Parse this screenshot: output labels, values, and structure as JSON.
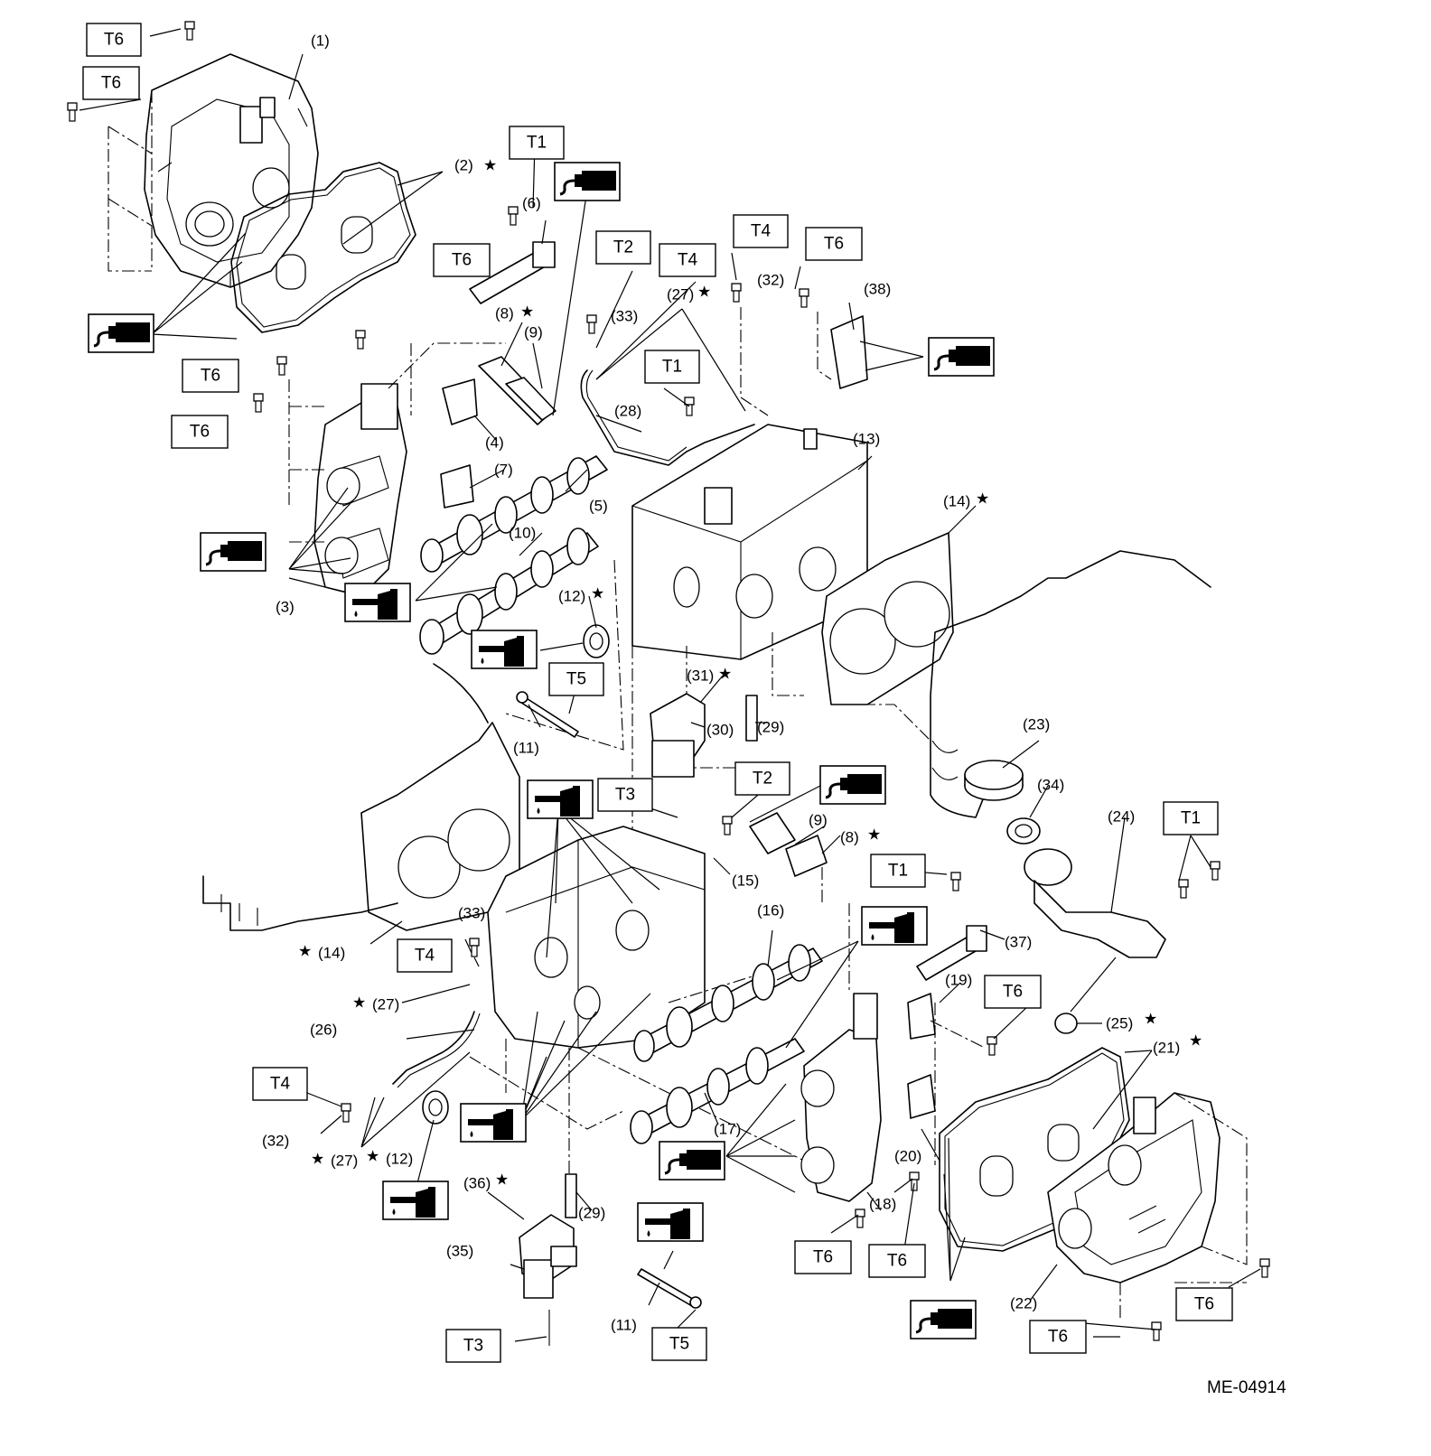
{
  "figure_ref": "ME-04914",
  "symbols": {
    "star": "★",
    "grease_icon": "grease-symbol",
    "oil_icon": "engine-oil-symbol"
  },
  "torque_labels": {
    "t1": "T1",
    "t2": "T2",
    "t3": "T3",
    "t4": "T4",
    "t5": "T5",
    "t6": "T6"
  },
  "callouts": {
    "c1": "(1)",
    "c2": "(2)",
    "c3": "(3)",
    "c4": "(4)",
    "c5": "(5)",
    "c6": "(6)",
    "c7": "(7)",
    "c8": "(8)",
    "c9": "(9)",
    "c10": "(10)",
    "c11": "(11)",
    "c12": "(12)",
    "c13": "(13)",
    "c14": "(14)",
    "c15": "(15)",
    "c16": "(16)",
    "c17": "(17)",
    "c18": "(18)",
    "c19": "(19)",
    "c20": "(20)",
    "c21": "(21)",
    "c22": "(22)",
    "c23": "(23)",
    "c24": "(24)",
    "c25": "(25)",
    "c26": "(26)",
    "c27": "(27)",
    "c28": "(28)",
    "c29": "(29)",
    "c30": "(30)",
    "c31": "(31)",
    "c32": "(32)",
    "c33": "(33)",
    "c34": "(34)",
    "c35": "(35)",
    "c36": "(36)",
    "c37": "(37)",
    "c38": "(38)"
  }
}
